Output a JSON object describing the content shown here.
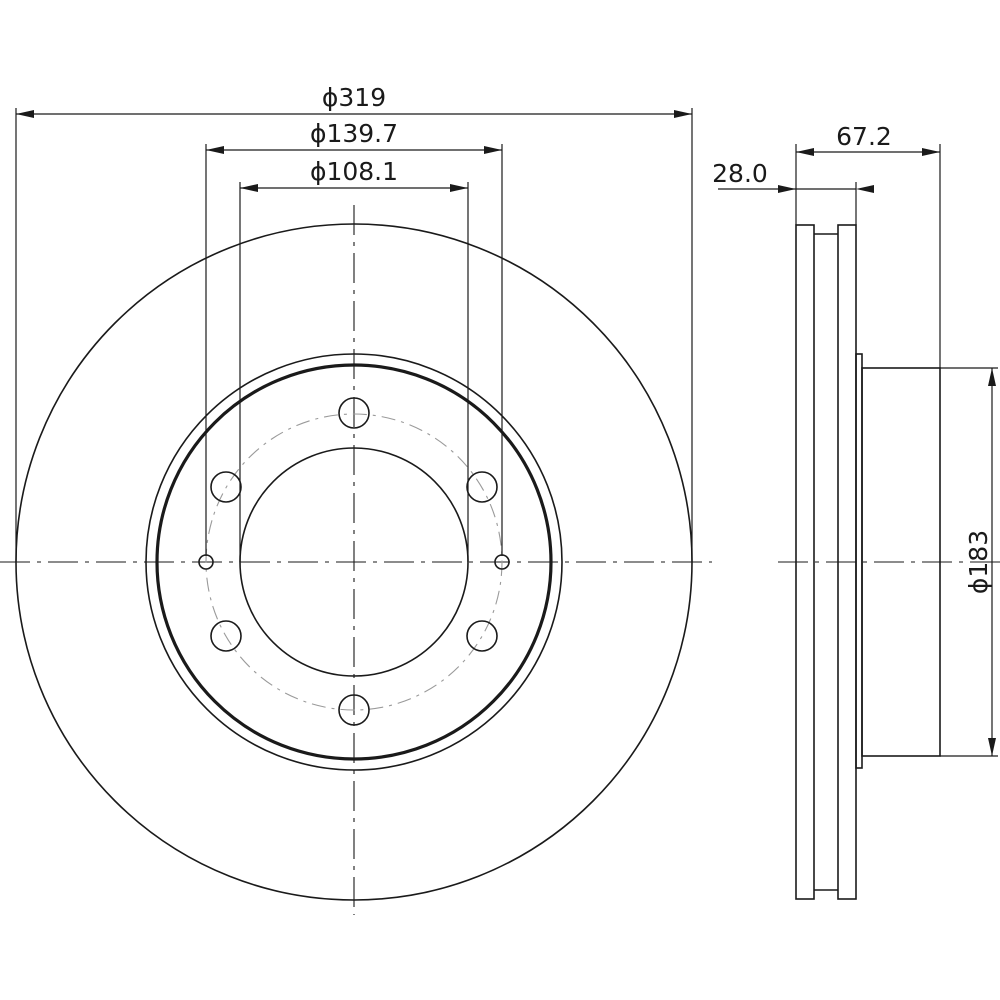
{
  "dimensions": {
    "outer_diameter": "ϕ319",
    "bolt_circle_diameter": "ϕ139.7",
    "center_bore_diameter": "ϕ108.1",
    "total_height": "67.2",
    "disc_thickness": "28.0",
    "hat_diameter": "ϕ183"
  },
  "colors": {
    "line": "#1a1a1a",
    "background": "#ffffff"
  }
}
